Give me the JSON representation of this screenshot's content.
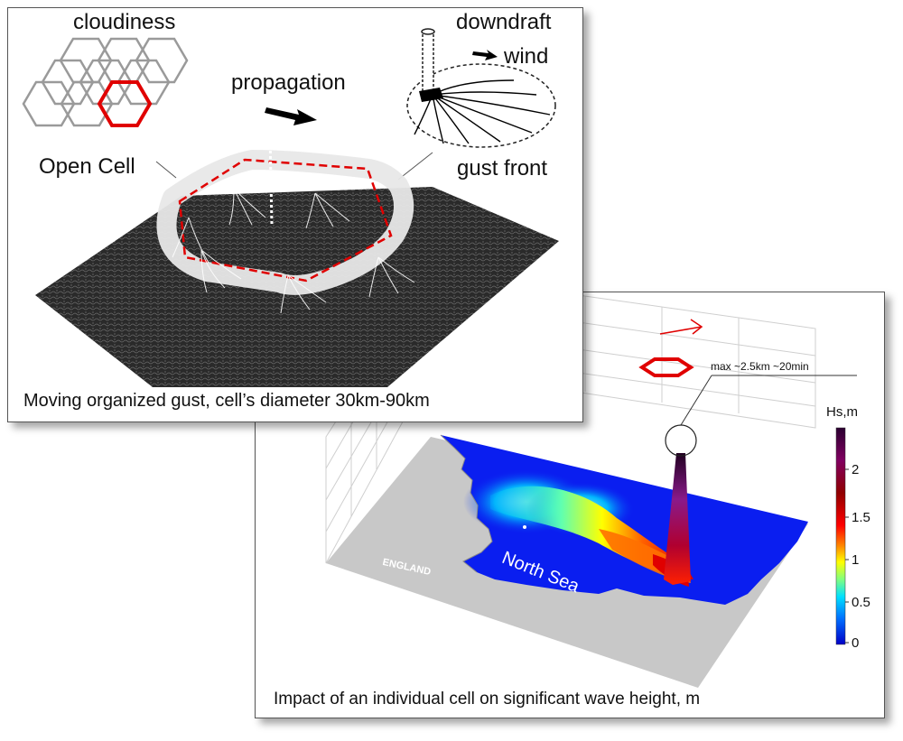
{
  "top_panel": {
    "labels": {
      "cloudiness": "cloudiness",
      "downdraft": "downdraft",
      "wind": "wind",
      "propagation": "propagation",
      "open_cell": "Open Cell",
      "gust_front": "gust front"
    },
    "caption": "Moving organized gust, cell’s diameter 30km-90km"
  },
  "bottom_panel": {
    "annotation": "max ~2.5km ~20min",
    "colorbar": {
      "title": "Hs,m",
      "ticks": [
        "0",
        "0.5",
        "1",
        "1.5",
        "2"
      ]
    },
    "map_labels": {
      "england": "ENGLAND",
      "north_sea": "North Sea"
    },
    "caption": "Impact of an individual cell on significant wave height, m"
  },
  "colors": {
    "cell_outline": "#e00000",
    "sea": "#0a1ef0",
    "land": "#c8c8c8"
  }
}
